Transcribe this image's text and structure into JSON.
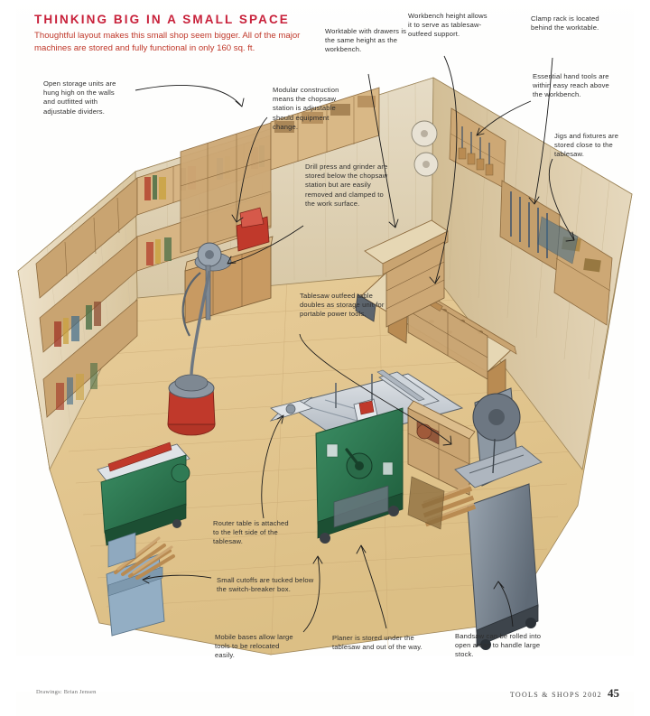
{
  "page": {
    "headline": "THINKING BIG IN A SMALL SPACE",
    "deck": "Thoughtful layout makes this small shop seem bigger. All of the major machines are stored and fully functional in only 160 sq. ft.",
    "credit": "Drawings: Brian Jensen",
    "folio_text": "TOOLS & SHOPS 2002",
    "page_number": "45",
    "colors": {
      "headline_red": "#c8213a",
      "deck_red": "#c0392b",
      "callout_gray": "#2f2f2f",
      "paper": "#fefefd",
      "floor_tan": "#e3c58f",
      "wall_tan": "#dcc9a4",
      "machine_green": "#2f7a54",
      "machine_red": "#c0392b",
      "machine_gray": "#8d98a3",
      "bandsaw_gray": "#7a8590",
      "bin_blue": "#8fa9bf",
      "wood_brown": "#b98b52"
    }
  },
  "callouts": [
    {
      "id": "open-storage",
      "text": "Open storage units are hung high on the walls and outfitted with adjustable dividers."
    },
    {
      "id": "modular-construction",
      "text": "Modular construction means the chopsaw station is adjustable should equipment change."
    },
    {
      "id": "worktable-drawers",
      "text": "Worktable with drawers is the same height as the workbench."
    },
    {
      "id": "workbench-height",
      "text": "Workbench height allows it to serve as tablesaw-outfeed support."
    },
    {
      "id": "clamp-rack",
      "text": "Clamp rack is located behind the worktable."
    },
    {
      "id": "hand-tools",
      "text": "Essential hand tools are within easy reach above the workbench."
    },
    {
      "id": "jigs-fixtures",
      "text": "Jigs and fixtures are stored close to the tablesaw."
    },
    {
      "id": "drill-press",
      "text": "Drill press and grinder are stored below the chopsaw station but are easily removed and clamped to the work surface."
    },
    {
      "id": "outfeed-table",
      "text": "Tablesaw outfeed table doubles as storage unit for portable power tools."
    },
    {
      "id": "router-table",
      "text": "Router table is attached to the left side of the tablesaw."
    },
    {
      "id": "small-cutoffs",
      "text": "Small cutoffs are tucked below the switch-breaker box."
    },
    {
      "id": "mobile-bases",
      "text": "Mobile bases allow large tools to be relocated easily."
    },
    {
      "id": "planer",
      "text": "Planer is stored under the tablesaw and out of the way."
    },
    {
      "id": "bandsaw",
      "text": "Bandsaw can be rolled into open areas to handle large stock."
    }
  ]
}
